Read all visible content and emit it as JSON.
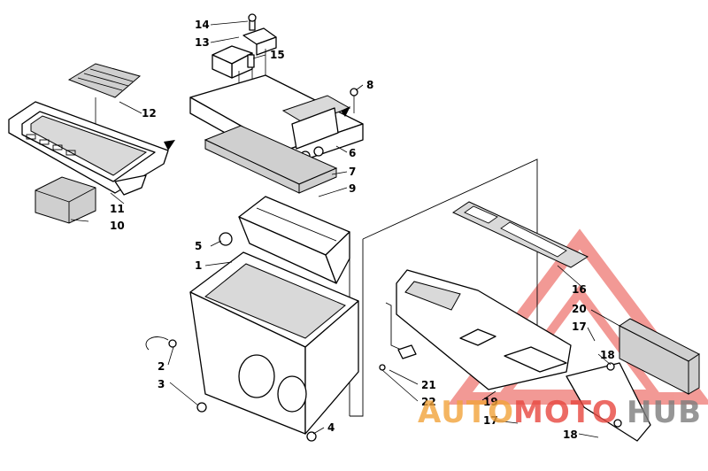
{
  "callouts": [
    {
      "id": "14",
      "label": "14"
    },
    {
      "id": "13",
      "label": "13"
    },
    {
      "id": "15",
      "label": "15"
    },
    {
      "id": "12",
      "label": "12"
    },
    {
      "id": "8",
      "label": "8"
    },
    {
      "id": "6",
      "label": "6"
    },
    {
      "id": "7",
      "label": "7"
    },
    {
      "id": "9",
      "label": "9"
    },
    {
      "id": "11",
      "label": "11"
    },
    {
      "id": "10",
      "label": "10"
    },
    {
      "id": "5",
      "label": "5"
    },
    {
      "id": "1",
      "label": "1"
    },
    {
      "id": "16",
      "label": "16"
    },
    {
      "id": "20",
      "label": "20"
    },
    {
      "id": "17a",
      "label": "17"
    },
    {
      "id": "18a",
      "label": "18"
    },
    {
      "id": "2",
      "label": "2"
    },
    {
      "id": "3",
      "label": "3"
    },
    {
      "id": "21",
      "label": "21"
    },
    {
      "id": "22",
      "label": "22"
    },
    {
      "id": "19",
      "label": "19"
    },
    {
      "id": "17b",
      "label": "17"
    },
    {
      "id": "4",
      "label": "4"
    },
    {
      "id": "18b",
      "label": "18"
    }
  ],
  "watermark": {
    "part1": "AUTO",
    "part2": "MOTO",
    "part3": "HUB",
    "color_red": "#e8473f",
    "color_orange": "#f2a33a",
    "color_gray": "#7d7d7d"
  }
}
